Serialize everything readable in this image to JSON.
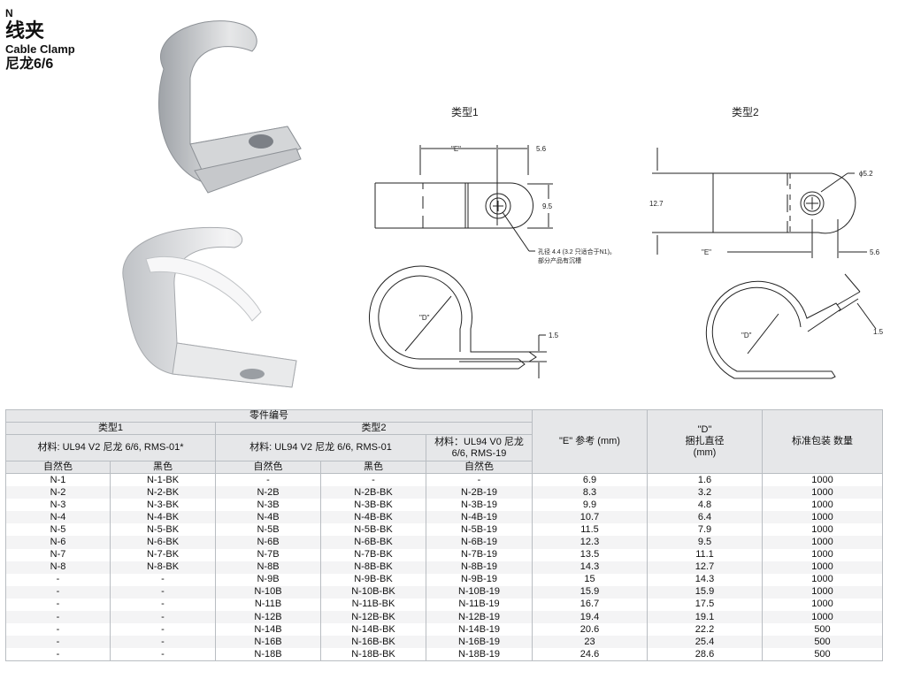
{
  "header": {
    "series_code": "N",
    "title_cn": "线夹",
    "title_en": "Cable Clamp",
    "material": "尼龙6/6"
  },
  "drawings": {
    "type1_title": "类型1",
    "type2_title": "类型2",
    "type1": {
      "dim_e": "\"E\"",
      "dim_5_6": "5.6",
      "dim_9_5": "9.5",
      "hole_note_line1": "孔径 4.4 (3.2 只适合于N1)。",
      "hole_note_line2": "部分产品有沉槽",
      "dim_d": "\"D\"",
      "dim_1_5": "1.5"
    },
    "type2": {
      "dim_phi": "ϕ5.2",
      "dim_12_7": "12.7",
      "dim_e": "\"E\"",
      "dim_5_6": "5.6",
      "dim_d": "\"D\"",
      "dim_1_5": "1.5"
    }
  },
  "table": {
    "header_top": "零件编号",
    "type1": "类型1",
    "type2": "类型2",
    "mat1": "材料: UL94 V2 尼龙 6/6, RMS-01*",
    "mat2": "材料: UL94 V2 尼龙 6/6, RMS-01",
    "mat3": "材料：UL94 V0 尼龙 6/6, RMS-19",
    "col_e": "\"E\" 参考 (mm)",
    "col_d_line1": "\"D\"",
    "col_d_line2": "捆扎直径",
    "col_d_line3": "(mm)",
    "col_pack": "标准包装 数量",
    "natural": "自然色",
    "black": "黑色",
    "rows": [
      [
        "N-1",
        "N-1-BK",
        "-",
        "-",
        "-",
        "6.9",
        "1.6",
        "1000"
      ],
      [
        "N-2",
        "N-2-BK",
        "N-2B",
        "N-2B-BK",
        "N-2B-19",
        "8.3",
        "3.2",
        "1000"
      ],
      [
        "N-3",
        "N-3-BK",
        "N-3B",
        "N-3B-BK",
        "N-3B-19",
        "9.9",
        "4.8",
        "1000"
      ],
      [
        "N-4",
        "N-4-BK",
        "N-4B",
        "N-4B-BK",
        "N-4B-19",
        "10.7",
        "6.4",
        "1000"
      ],
      [
        "N-5",
        "N-5-BK",
        "N-5B",
        "N-5B-BK",
        "N-5B-19",
        "11.5",
        "7.9",
        "1000"
      ],
      [
        "N-6",
        "N-6-BK",
        "N-6B",
        "N-6B-BK",
        "N-6B-19",
        "12.3",
        "9.5",
        "1000"
      ],
      [
        "N-7",
        "N-7-BK",
        "N-7B",
        "N-7B-BK",
        "N-7B-19",
        "13.5",
        "11.1",
        "1000"
      ],
      [
        "N-8",
        "N-8-BK",
        "N-8B",
        "N-8B-BK",
        "N-8B-19",
        "14.3",
        "12.7",
        "1000"
      ],
      [
        "-",
        "-",
        "N-9B",
        "N-9B-BK",
        "N-9B-19",
        "15",
        "14.3",
        "1000"
      ],
      [
        "-",
        "-",
        "N-10B",
        "N-10B-BK",
        "N-10B-19",
        "15.9",
        "15.9",
        "1000"
      ],
      [
        "-",
        "-",
        "N-11B",
        "N-11B-BK",
        "N-11B-19",
        "16.7",
        "17.5",
        "1000"
      ],
      [
        "-",
        "-",
        "N-12B",
        "N-12B-BK",
        "N-12B-19",
        "19.4",
        "19.1",
        "1000"
      ],
      [
        "-",
        "-",
        "N-14B",
        "N-14B-BK",
        "N-14B-19",
        "20.6",
        "22.2",
        "500"
      ],
      [
        "-",
        "-",
        "N-16B",
        "N-16B-BK",
        "N-16B-19",
        "23",
        "25.4",
        "500"
      ],
      [
        "-",
        "-",
        "N-18B",
        "N-18B-BK",
        "N-18B-19",
        "24.6",
        "28.6",
        "500"
      ]
    ]
  }
}
